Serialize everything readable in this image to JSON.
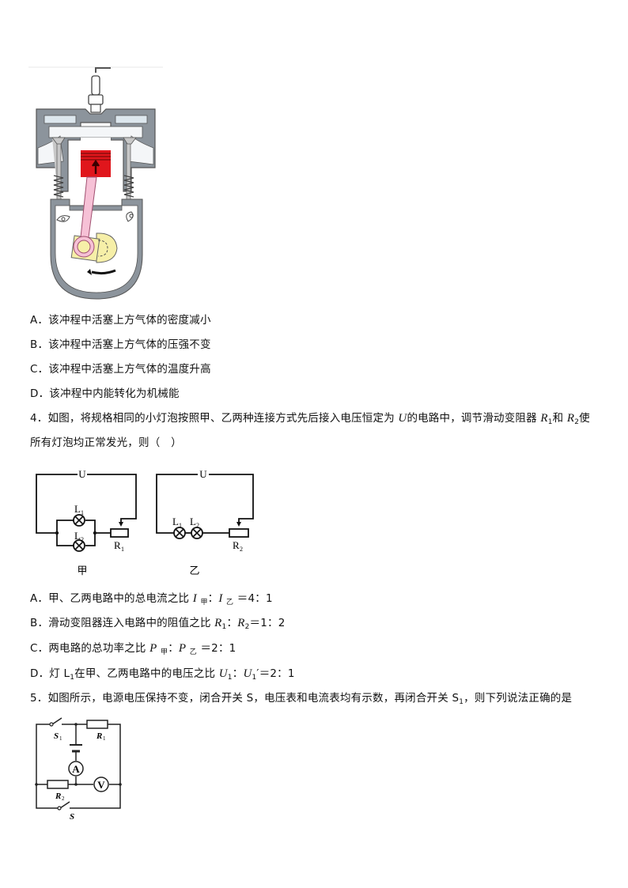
{
  "figure_engine": {
    "description": "four-stroke engine cylinder diagram, piston moving up, both valves closed"
  },
  "q3": {
    "options": [
      {
        "label": "A．",
        "text": "该冲程中活塞上方气体的密度减小"
      },
      {
        "label": "B．",
        "text": "该冲程中活塞上方气体的压强不变"
      },
      {
        "label": "C．",
        "text": "该冲程中活塞上方气体的温度升高"
      },
      {
        "label": "D．",
        "text": "该冲程中内能转化为机械能"
      }
    ]
  },
  "q4": {
    "number": "4．",
    "stem_part1": "如图，将规格相同的小灯泡按照甲、乙两种连接方式先后接入电压恒定为 ",
    "stem_U": "U",
    "stem_part2": "的电路中，调节滑动变阻器 ",
    "stem_R": "R",
    "stem_R1_sub": "1",
    "stem_and": "和 ",
    "stem_R2_sub": "2",
    "stem_part3": "使",
    "stem_line2": "所有灯泡均正常发光，则（　）",
    "circuit_jia": {
      "U": "U",
      "L1": "L",
      "L1_sub": "1",
      "L2": "L",
      "L2_sub": "2",
      "R": "R",
      "R_sub": "1",
      "caption": "甲"
    },
    "circuit_yi": {
      "U": "U",
      "L1": "L",
      "L1_sub": "1",
      "L2": "L",
      "L2_sub": "2",
      "R": "R",
      "R_sub": "2",
      "caption": "乙"
    },
    "options": [
      {
        "label": "A．",
        "text": "甲、乙两电路中的总电流之比 ",
        "math": "I",
        "sub1": "甲",
        "sep": "：",
        "math2": "I",
        "sub2": "乙",
        "tail": "＝4：1"
      },
      {
        "label": "B．",
        "text": "滑动变阻器连入电路中的阻值之比 ",
        "math": "R",
        "sub1": "1",
        "sep": "：",
        "math2": "R",
        "sub2": "2",
        "tail": "＝1：2"
      },
      {
        "label": "C．",
        "text": "两电路的总功率之比 ",
        "math": "P",
        "sub1": "甲",
        "sep": "：",
        "math2": "P",
        "sub2": "乙",
        "tail": "＝2：1"
      },
      {
        "label": "D．",
        "text": "灯 L",
        "lsub": "1",
        "text2": "在甲、乙两电路中的电压之比 ",
        "math": "U",
        "sub1": "1",
        "sep": "：",
        "math2": "U",
        "sub2": "1",
        "prime": "′",
        "tail": "＝2：1"
      }
    ]
  },
  "q5": {
    "number": "5．",
    "stem_part1": "如图所示，电源电压保持不变，闭合开关 S，电压表和电流表均有示数，再闭合开关 S",
    "stem_sub": "1",
    "stem_part2": "，则下列说法正确的是",
    "circuit": {
      "S1": "S",
      "S1_sub": "1",
      "R1": "R",
      "R1_sub": "1",
      "R2": "R",
      "R2_sub": "2",
      "A": "A",
      "V": "V",
      "S": "S"
    }
  }
}
